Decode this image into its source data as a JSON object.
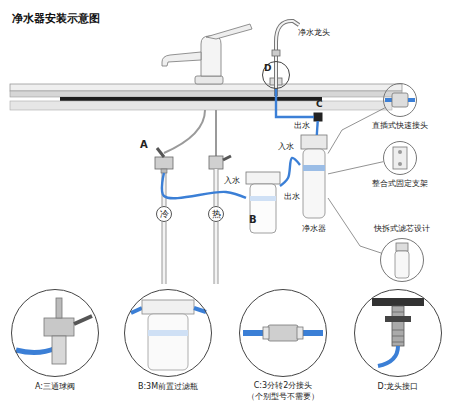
{
  "diagram": {
    "title": "净水器安装示意图",
    "nodes": [
      {
        "text": [
          "D"
        ]
      },
      {
        "text": [
          "C"
        ]
      },
      {
        "text": [
          "A"
        ]
      },
      {
        "text": [
          "冷"
        ]
      },
      {
        "text": [
          "热"
        ]
      },
      {
        "text": [
          "B"
        ]
      },
      {
        "text": [
          "净水器"
        ]
      },
      {
        "text": [
          "直插式快速接头"
        ]
      },
      {
        "text": [
          "整合式固定支架"
        ]
      },
      {
        "text": [
          "快拆式滤芯设计"
        ]
      },
      {
        "text": [
          "A:三通球阀"
        ]
      },
      {
        "text": [
          "B:3M前置过滤瓶"
        ]
      },
      {
        "text": [
          "C:3分转2分接头",
          "（个别型号不需要）"
        ]
      },
      {
        "text": [
          "D:龙头接口"
        ]
      }
    ],
    "edges": [
      {
        "from": 2,
        "to": 5,
        "label": "入水",
        "arrow": "none"
      },
      {
        "from": 5,
        "to": 6,
        "label": "出水",
        "arrow": "none"
      },
      {
        "from": 6,
        "to": 1,
        "label": "出水",
        "arrow": "none"
      },
      {
        "from": 1,
        "to": 0,
        "arrow": "none"
      },
      {
        "from": 6,
        "to": 7,
        "arrow": "none"
      },
      {
        "from": 6,
        "to": 8,
        "arrow": "none"
      },
      {
        "from": 6,
        "to": 9,
        "arrow": "none"
      }
    ],
    "labels": [
      "净水龙头",
      "入水"
    ]
  }
}
